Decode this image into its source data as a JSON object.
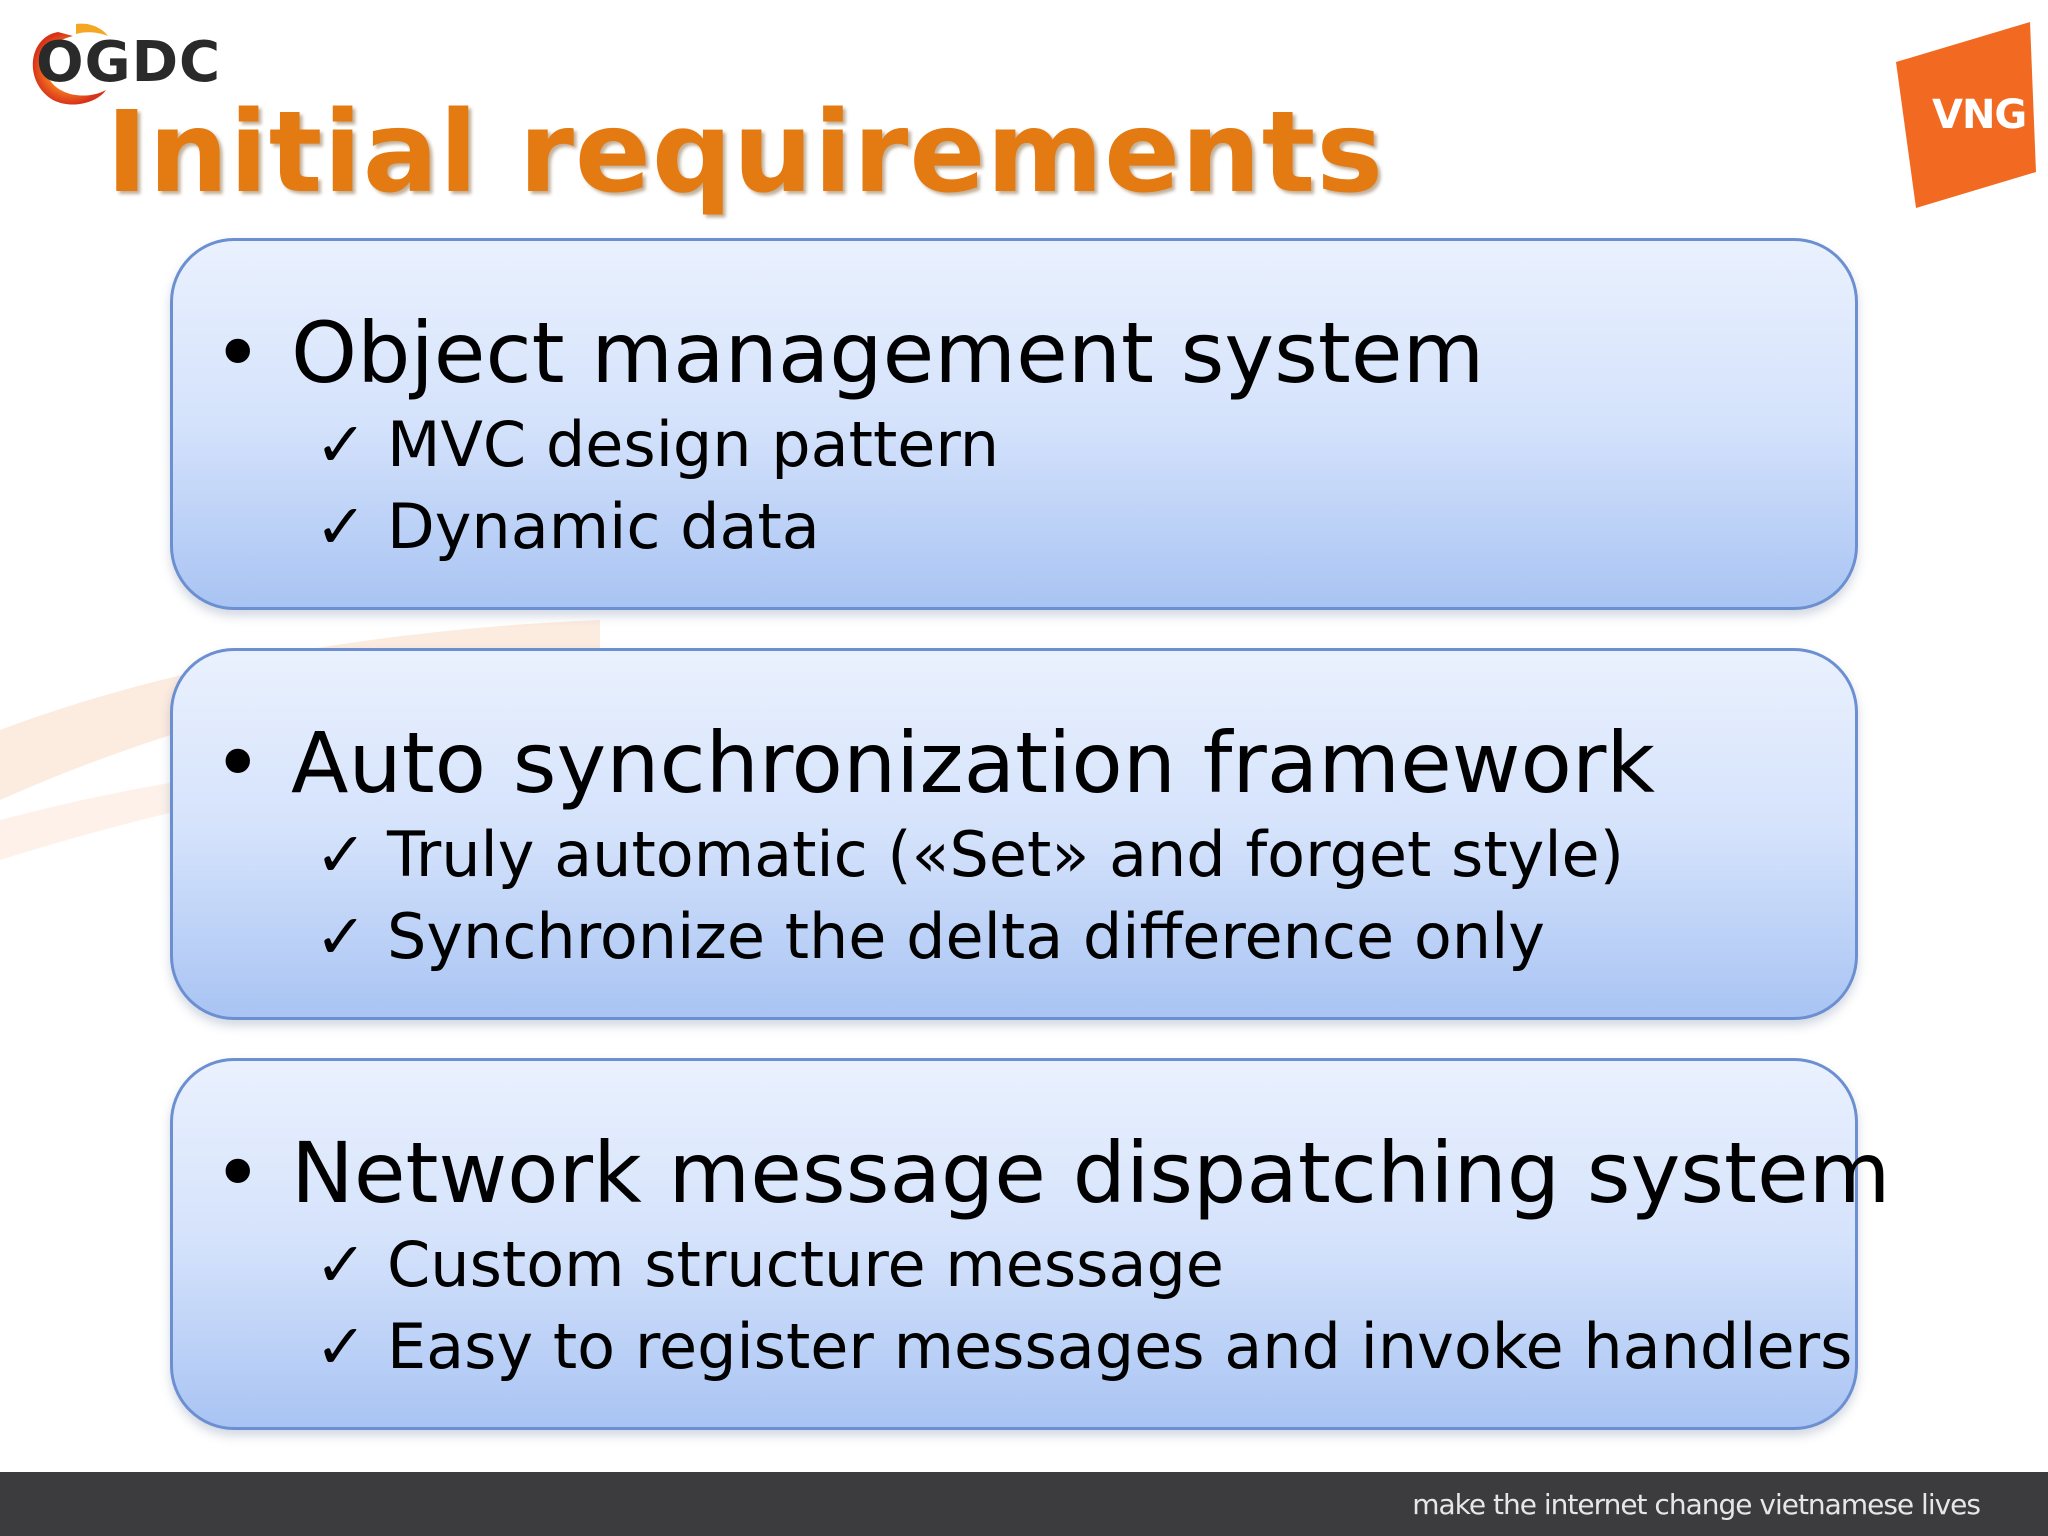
{
  "header": {
    "logo_text": "OGDC",
    "title": "Initial requirements",
    "brand_logo_text": "VNG"
  },
  "panels": [
    {
      "heading": "Object management system",
      "items": [
        "MVC design pattern",
        "Dynamic data"
      ]
    },
    {
      "heading": "Auto synchronization framework",
      "items": [
        "Truly automatic («Set» and forget style)",
        "Synchronize the delta difference only"
      ]
    },
    {
      "heading": "Network message dispatching system",
      "items": [
        "Custom structure message",
        "Easy to register messages and invoke handlers"
      ]
    }
  ],
  "symbols": {
    "bullet": "•",
    "check": "✓"
  },
  "footer": {
    "tagline": "make the internet change vietnamese lives"
  },
  "colors": {
    "title": "#e37a12",
    "panel_border": "#6b8fd0",
    "panel_top": "#eaf1fe",
    "panel_bottom": "#a9c4f3",
    "footer_bg": "#3c3c3e",
    "vng_orange": "#f26a21"
  }
}
